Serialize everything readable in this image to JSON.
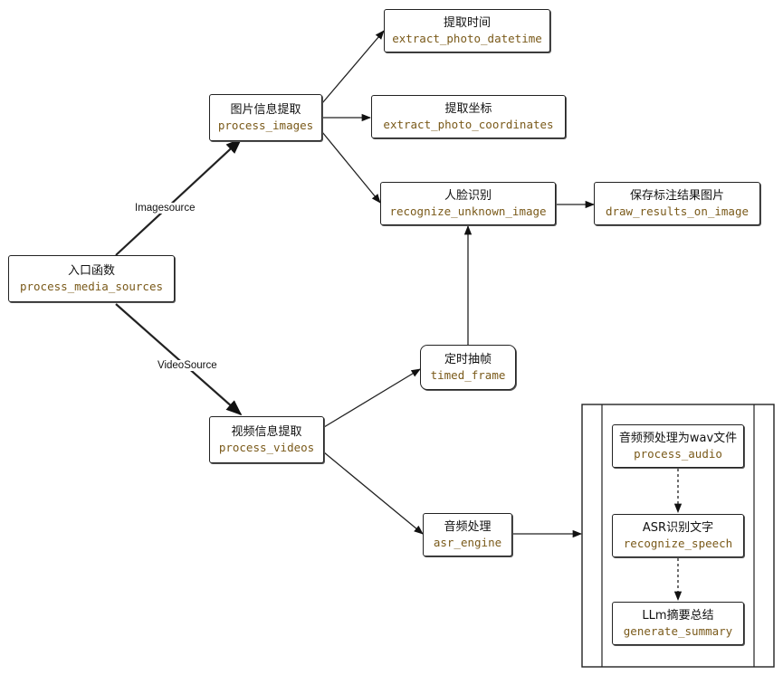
{
  "nodes": {
    "entry": {
      "cn": "入口函数",
      "fn": "process_media_sources"
    },
    "images": {
      "cn": "图片信息提取",
      "fn": "process_images"
    },
    "videos": {
      "cn": "视频信息提取",
      "fn": "process_videos"
    },
    "datetime": {
      "cn": "提取时间",
      "fn": "extract_photo_datetime"
    },
    "coords": {
      "cn": "提取坐标",
      "fn": "extract_photo_coordinates"
    },
    "face": {
      "cn": "人脸识别",
      "fn": "recognize_unknown_image"
    },
    "draw": {
      "cn": "保存标注结果图片",
      "fn": "draw_results_on_image"
    },
    "frame": {
      "cn": "定时抽帧",
      "fn": "timed_frame"
    },
    "asr": {
      "cn": "音频处理",
      "fn": "asr_engine"
    },
    "audio": {
      "cn": "音频预处理为wav文件",
      "fn": "process_audio"
    },
    "speech": {
      "cn": "ASR识别文字",
      "fn": "recognize_speech"
    },
    "summary": {
      "cn": "LLm摘要总结",
      "fn": "generate_summary"
    }
  },
  "edge_labels": {
    "imagesource": "Imagesource",
    "videosource": "VideoSource"
  }
}
